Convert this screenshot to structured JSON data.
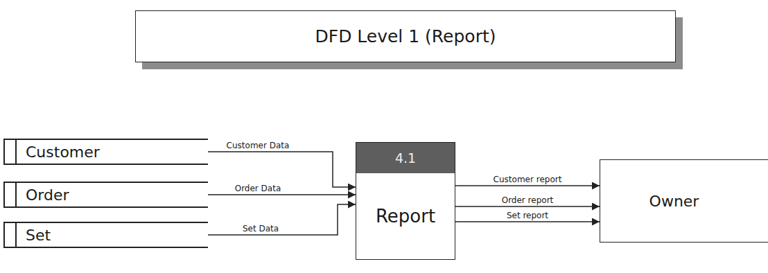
{
  "diagram": {
    "title": "DFD Level 1 (Report)",
    "nodes": [
      {
        "text": [
          "Customer"
        ]
      },
      {
        "text": [
          "Order"
        ]
      },
      {
        "text": [
          "Set"
        ]
      },
      {
        "text": [
          "4.1",
          "Report"
        ]
      },
      {
        "text": [
          "Owner"
        ]
      }
    ],
    "edges": [
      {
        "from": 0,
        "to": 3,
        "arrow": "to",
        "label": "Customer Data"
      },
      {
        "from": 1,
        "to": 3,
        "arrow": "to",
        "label": "Order Data"
      },
      {
        "from": 2,
        "to": 3,
        "arrow": "to",
        "label": "Set Data"
      },
      {
        "from": 3,
        "to": 4,
        "arrow": "to",
        "label": "Customer report"
      },
      {
        "from": 3,
        "to": 4,
        "arrow": "to",
        "label": "Order report"
      },
      {
        "from": 3,
        "to": 4,
        "arrow": "to",
        "label": "Set report"
      }
    ]
  }
}
